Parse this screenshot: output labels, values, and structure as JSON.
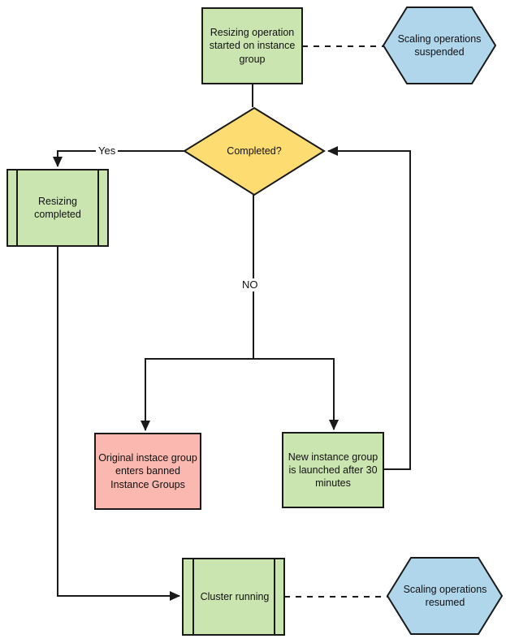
{
  "diagram": {
    "background": "#ffffff",
    "stroke_color": "#1a1a1a",
    "colors": {
      "process_green": "#cbe5b1",
      "decision_yellow": "#fddc72",
      "alert_red": "#fbb8b0",
      "hexagon_blue": "#b0d6ec"
    },
    "nodes": {
      "start": {
        "label": "Resizing operation started on instance group",
        "shape": "rectangle",
        "fill": "process_green"
      },
      "suspended": {
        "label": "Scaling operations suspended",
        "shape": "hexagon",
        "fill": "hexagon_blue"
      },
      "completed": {
        "label": "Completed?",
        "shape": "diamond",
        "fill": "decision_yellow"
      },
      "resizing_completed": {
        "label": "Resizing completed",
        "shape": "predefined-process",
        "fill": "process_green"
      },
      "banned_group": {
        "label": "Original instace group enters banned Instance Groups",
        "shape": "rectangle",
        "fill": "alert_red"
      },
      "new_group": {
        "label": "New instance group is launched after 30 minutes",
        "shape": "rectangle",
        "fill": "process_green"
      },
      "cluster_running": {
        "label": "Cluster running",
        "shape": "predefined-process",
        "fill": "process_green"
      },
      "resumed": {
        "label": "Scaling operations resumed",
        "shape": "hexagon",
        "fill": "hexagon_blue"
      }
    },
    "edge_labels": {
      "yes": "Yes",
      "no": "NO"
    },
    "edges": [
      {
        "from": "start",
        "to": "suspended",
        "style": "dashed",
        "label": ""
      },
      {
        "from": "start",
        "to": "completed",
        "style": "solid",
        "label": ""
      },
      {
        "from": "completed",
        "to": "resizing_completed",
        "style": "solid",
        "label": "Yes"
      },
      {
        "from": "completed",
        "to": "banned_group",
        "style": "solid",
        "label": "NO"
      },
      {
        "from": "completed",
        "to": "new_group",
        "style": "solid",
        "label": "NO"
      },
      {
        "from": "new_group",
        "to": "completed",
        "style": "solid",
        "label": ""
      },
      {
        "from": "resizing_completed",
        "to": "cluster_running",
        "style": "solid",
        "label": ""
      },
      {
        "from": "cluster_running",
        "to": "resumed",
        "style": "dashed",
        "label": ""
      }
    ]
  }
}
